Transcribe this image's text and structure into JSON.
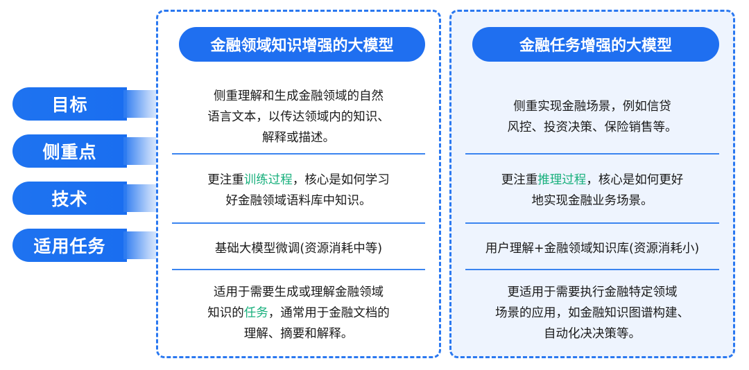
{
  "rows": [
    {
      "label": "目标"
    },
    {
      "label": "侧重点"
    },
    {
      "label": "技术"
    },
    {
      "label": "适用任务"
    }
  ],
  "columns": [
    {
      "header": "金融领域知识增强的大模型",
      "cells": [
        {
          "lines": [
            {
              "segs": [
                {
                  "t": "侧重理解和生成金融领域的自然"
                }
              ]
            },
            {
              "segs": [
                {
                  "t": "语言文本，以传达领域内的知识、"
                }
              ]
            },
            {
              "segs": [
                {
                  "t": "解释或描述。"
                }
              ]
            }
          ]
        },
        {
          "lines": [
            {
              "segs": [
                {
                  "t": "更注重"
                },
                {
                  "t": "训练过程",
                  "hl": true
                },
                {
                  "t": "，核心是如何学习"
                }
              ]
            },
            {
              "segs": [
                {
                  "t": "好金融领域语料库中知识。"
                }
              ]
            }
          ]
        },
        {
          "lines": [
            {
              "segs": [
                {
                  "t": "基础大模型微调(资源消耗中等)"
                }
              ]
            }
          ]
        },
        {
          "lines": [
            {
              "segs": [
                {
                  "t": "适用于需要生成或理解金融领域"
                }
              ]
            },
            {
              "segs": [
                {
                  "t": "知识的"
                },
                {
                  "t": "任务",
                  "hl": true
                },
                {
                  "t": "，通常用于金融文档的"
                }
              ]
            },
            {
              "segs": [
                {
                  "t": "理解、摘要和解释。"
                }
              ]
            }
          ]
        }
      ]
    },
    {
      "header": "金融任务增强的大模型",
      "cells": [
        {
          "lines": [
            {
              "segs": [
                {
                  "t": "侧重实现金融场景，例如信贷"
                }
              ]
            },
            {
              "segs": [
                {
                  "t": "风控、投资决策、保险销售等。"
                }
              ]
            }
          ]
        },
        {
          "lines": [
            {
              "segs": [
                {
                  "t": "更注重"
                },
                {
                  "t": "推理过程",
                  "hl": true
                },
                {
                  "t": "，核心是如何更好"
                }
              ]
            },
            {
              "segs": [
                {
                  "t": "地实现金融业务场景。"
                }
              ]
            }
          ]
        },
        {
          "lines": [
            {
              "segs": [
                {
                  "t": "用户理解+金融领域知识库(资源消耗小)"
                }
              ]
            }
          ]
        },
        {
          "lines": [
            {
              "segs": [
                {
                  "t": "更适用于需要执行金融特定领域"
                }
              ]
            },
            {
              "segs": [
                {
                  "t": "场景的应用，如金融知识图谱构建、"
                }
              ]
            },
            {
              "segs": [
                {
                  "t": "自动化决决策等。"
                }
              ]
            }
          ]
        }
      ]
    }
  ],
  "colors": {
    "primary": "#1f6ff0",
    "highlight": "#19b07d",
    "right_bg": "#eef4fe"
  }
}
